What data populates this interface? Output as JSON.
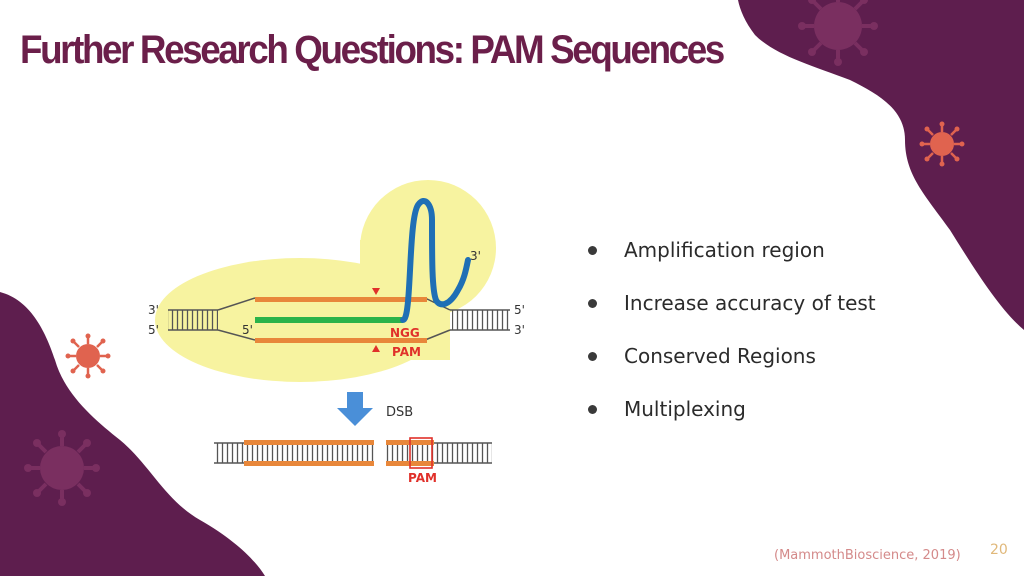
{
  "slide": {
    "title": "Further Research Questions: PAM Sequences",
    "bullets": [
      "Amplification region",
      "Increase accuracy of test",
      "Conserved Regions",
      "Multiplexing"
    ],
    "citation": "(MammothBioscience, 2019)",
    "slide_number": "20"
  },
  "diagram": {
    "label_3prime_top_left": "3'",
    "label_5prime_left": "5'",
    "label_5prime_inner": "5'",
    "label_3prime_hairpin": "3'",
    "label_5prime_right": "5'",
    "label_3prime_right": "3'",
    "ngg": "NGG",
    "pam": "PAM",
    "dsb": "DSB",
    "pam_bottom": "PAM"
  },
  "colors": {
    "brand_purple": "#5e1e4e",
    "title": "#6b1f4a",
    "virus": "#e0634f",
    "virus_dark": "#7a2f60",
    "guide_blue": "#1f6fb5",
    "dna_orange": "#e8873a",
    "rna_green": "#2bb34a",
    "cas_yellow": "#f7f3a0",
    "arrow_blue": "#4a8fd8",
    "pam_red": "#e0302a"
  },
  "icons": [
    "virus-icon"
  ]
}
